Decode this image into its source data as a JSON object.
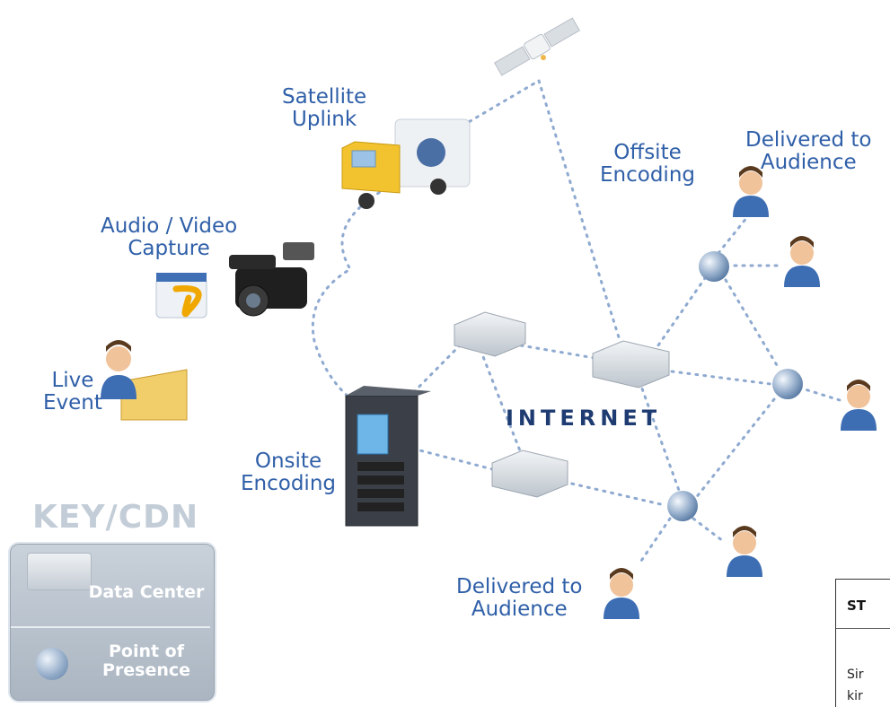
{
  "labels": {
    "satellite_uplink": [
      "Satellite",
      "Uplink"
    ],
    "offsite_encoding": [
      "Offsite",
      "Encoding"
    ],
    "delivered_top": [
      "Delivered to",
      "Audience"
    ],
    "audio_video": [
      "Audio / Video",
      "Capture"
    ],
    "live_event": [
      "Live",
      "Event"
    ],
    "onsite_encoding": [
      "Onsite",
      "Encoding"
    ],
    "delivered_bottom": [
      "Delivered to",
      "Audience"
    ],
    "internet": "INTERNET"
  },
  "key": {
    "title": "KEY/CDN",
    "data_center": "Data Center",
    "point_of_presence": [
      "Point of",
      "Presence"
    ]
  },
  "sidebar": {
    "heading": "ST",
    "line1": "Sir",
    "line2": "kir"
  },
  "colors": {
    "label": "#2f5fa8",
    "dots": "#8faad0",
    "internet": "#1e3c72",
    "key_title": "#c3cdd8"
  }
}
